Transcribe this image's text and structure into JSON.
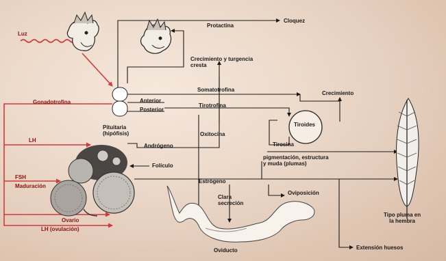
{
  "labels": {
    "luz": "Luz",
    "prolactina": "Protactina",
    "cloquez": "Cloquez",
    "crecimiento_cresta": "Crecimiento y turgencia\ncresta",
    "somatotrofina": "Somatotrofina",
    "crecimiento": "Crecimiento",
    "gonadotrofina": "Gonadotrofina",
    "anterior": "Anterior",
    "posterior": "Posterior",
    "tirotrofina": "Tirotrofina",
    "tiroides": "Tiroides",
    "pituitaria": "Pituitaria\n(hipófisis)",
    "oxitocina": "Oxitocina",
    "androgeno": "Andrógeno",
    "tirosina": "Tirosina",
    "lh": "LH",
    "foliculo": "Folículo",
    "pigmentacion": "pigmentación, estructura\ny muda (plumas)",
    "fsh": "FSH",
    "maduracion": "Maduración",
    "estrogeno": "Estrógeno",
    "clara": "Clara\nsecreción",
    "oviposicion": "Oviposición",
    "ovario": "Ovario",
    "lh_ovulacion": "LH (ovulación)",
    "oviducto": "Oviducto",
    "tipo_pluma": "Tipo pluma en\nla hembra",
    "extension_huesos": "Extensión huesos"
  },
  "colors": {
    "arrow": "#1a1a1a",
    "hormone_red": "#d23a3a",
    "background": "#ead6c6"
  },
  "icons": [
    "rooster-head-icon",
    "rooster-head-icon",
    "pituitary-gland-icon",
    "thyroid-gland-icon",
    "ovary-icon",
    "oviduct-icon",
    "feather-icon"
  ]
}
